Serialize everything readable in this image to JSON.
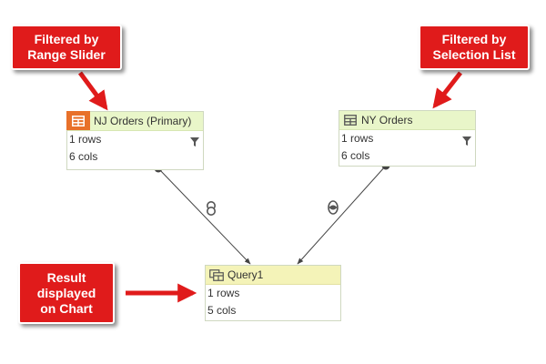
{
  "callouts": {
    "range_slider": {
      "line1": "Filtered by",
      "line2": "Range Slider"
    },
    "selection_list": {
      "line1": "Filtered by",
      "line2": "Selection List"
    },
    "result": {
      "line1": "Result",
      "line2": "displayed",
      "line3": "on Chart"
    }
  },
  "nodes": {
    "nj_orders": {
      "title": "NJ Orders (Primary)",
      "rows": "1 rows",
      "cols": "6 cols",
      "icon": "table-icon"
    },
    "ny_orders": {
      "title": "NY Orders",
      "rows": "1 rows",
      "cols": "6 cols",
      "icon": "table-icon"
    },
    "query1": {
      "title": "Query1",
      "rows": "1 rows",
      "cols": "5 cols",
      "icon": "query-icon"
    }
  },
  "join_icons": {
    "left": "full-join-icon",
    "right": "inner-join-icon"
  },
  "colors": {
    "callout_red": "#e01b1b",
    "primary_icon_orange": "#e8712a",
    "header_green": "#e9f6c9",
    "query_header_yellow": "#f4f3b8"
  }
}
